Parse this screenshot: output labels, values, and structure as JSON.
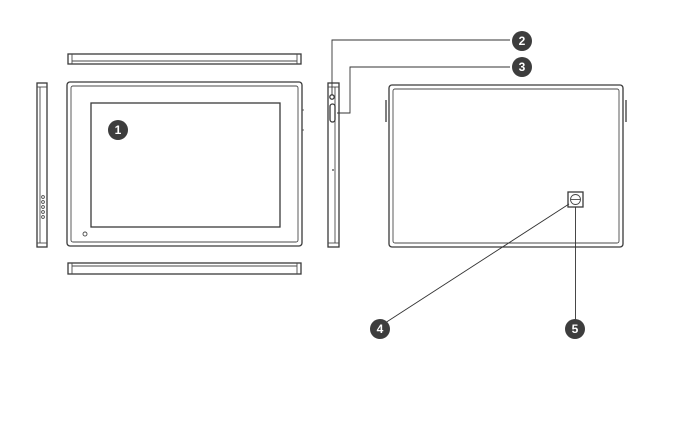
{
  "callouts": {
    "c1": "1",
    "c2": "2",
    "c3": "3",
    "c4": "4",
    "c5": "5"
  },
  "colors": {
    "line": "#3a3a3a",
    "badge_fill": "#3d3d3d",
    "badge_text": "#ffffff",
    "background": "#ffffff"
  }
}
